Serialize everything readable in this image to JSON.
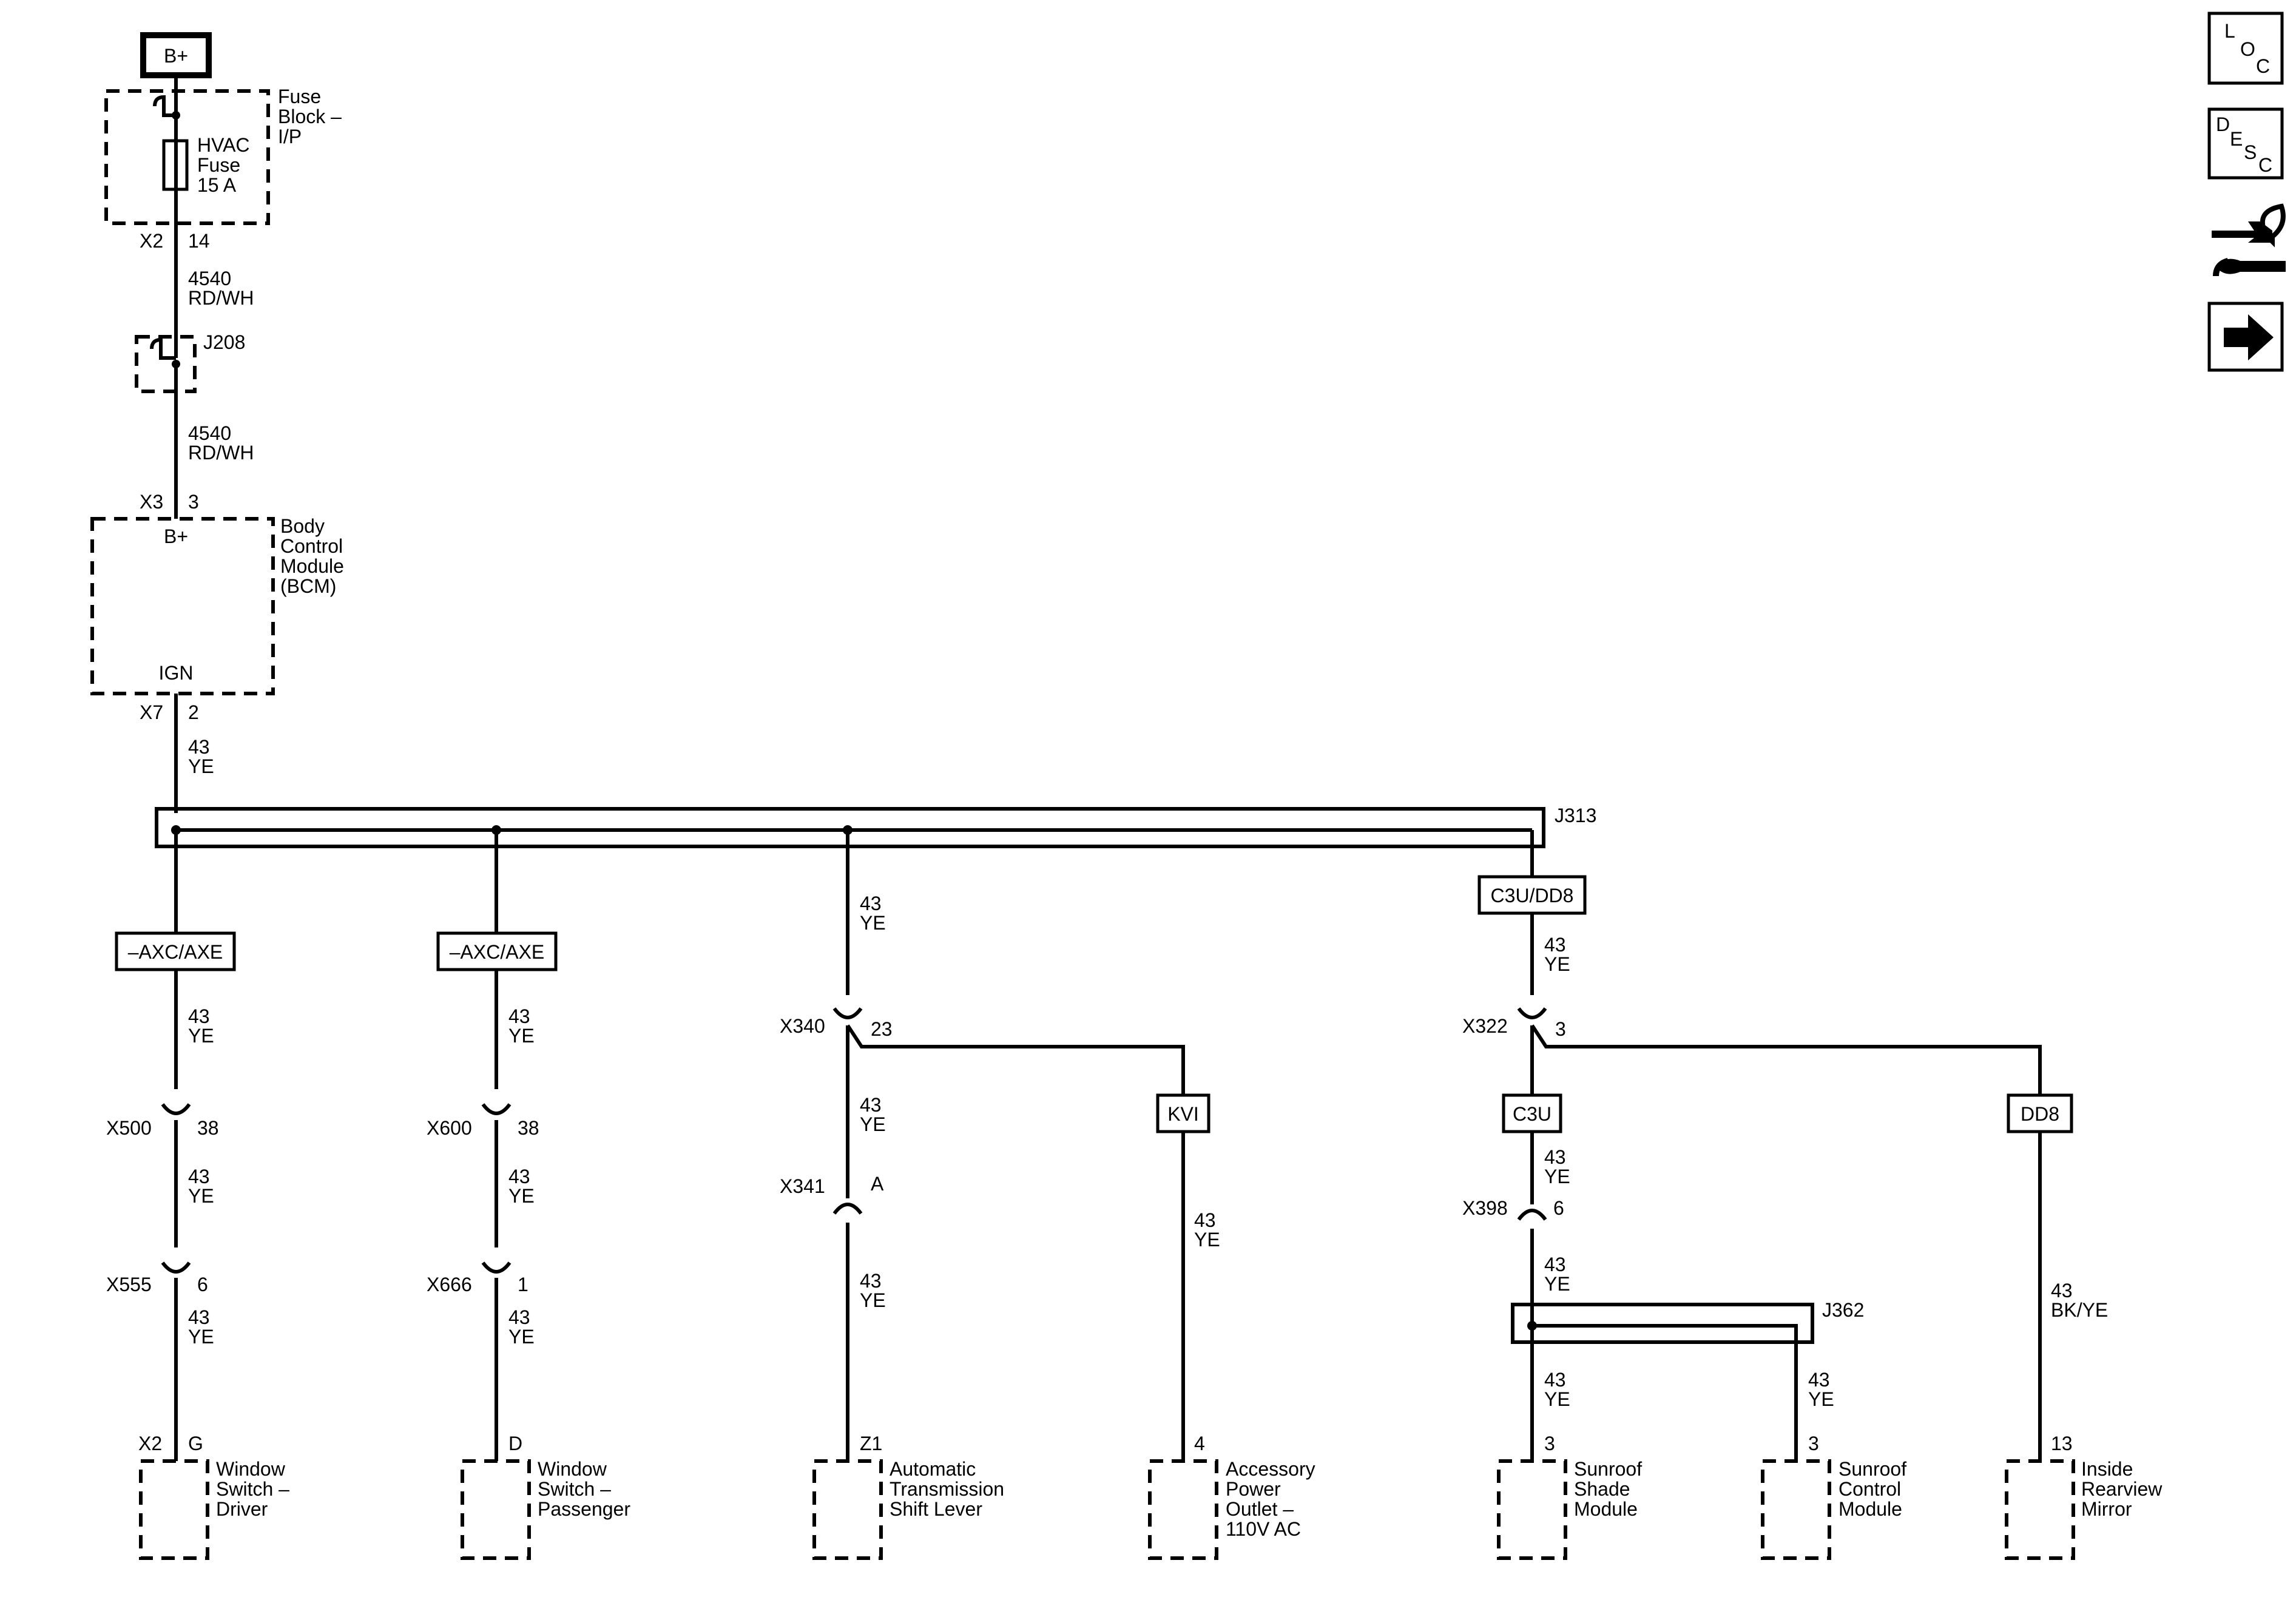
{
  "power": {
    "label": "B+"
  },
  "fuse_block": {
    "title": "Fuse\nBlock –\nI/P",
    "fuse_label": "HVAC\nFuse\n15 A"
  },
  "fuse_out": {
    "connector": "X2",
    "pin": "14"
  },
  "wire_1": {
    "circuit": "4540",
    "color": "RD/WH"
  },
  "splice_j208": {
    "label": "J208"
  },
  "wire_2": {
    "circuit": "4540",
    "color": "RD/WH"
  },
  "bcm_in": {
    "connector": "X3",
    "pin": "3"
  },
  "bcm": {
    "title": "Body\nControl\nModule\n(BCM)",
    "b_plus": "B+",
    "ign": "IGN"
  },
  "bcm_out": {
    "connector": "X7",
    "pin": "2"
  },
  "wire_3": {
    "circuit": "43",
    "color": "YE"
  },
  "splice_j313": {
    "label": "J313"
  },
  "branches": {
    "driver": {
      "option": "–AXC/AXE",
      "w1": {
        "circuit": "43",
        "color": "YE"
      },
      "c1": {
        "connector": "X500",
        "pin": "38"
      },
      "w2": {
        "circuit": "43",
        "color": "YE"
      },
      "c2": {
        "connector": "X555",
        "pin": "6"
      },
      "w3": {
        "circuit": "43",
        "color": "YE"
      },
      "terminal": {
        "connector": "X2",
        "pin": "G"
      },
      "component": "Window\nSwitch –\nDriver"
    },
    "passenger": {
      "option": "–AXC/AXE",
      "w1": {
        "circuit": "43",
        "color": "YE"
      },
      "c1": {
        "connector": "X600",
        "pin": "38"
      },
      "w2": {
        "circuit": "43",
        "color": "YE"
      },
      "c2": {
        "connector": "X666",
        "pin": "1"
      },
      "w3": {
        "circuit": "43",
        "color": "YE"
      },
      "terminal": {
        "pin": "D"
      },
      "component": "Window\nSwitch –\nPassenger"
    },
    "shift": {
      "w1": {
        "circuit": "43",
        "color": "YE"
      },
      "c1": {
        "connector": "X340",
        "pin": "23"
      },
      "w2": {
        "circuit": "43",
        "color": "YE"
      },
      "c2": {
        "connector": "X341",
        "pin": "A"
      },
      "w3": {
        "circuit": "43",
        "color": "YE"
      },
      "terminal": {
        "pin": "Z1"
      },
      "component": "Automatic\nTransmission\nShift Lever"
    },
    "outlet": {
      "option": "KVI",
      "w1": {
        "circuit": "43",
        "color": "YE"
      },
      "terminal": {
        "pin": "4"
      },
      "component": "Accessory\nPower\nOutlet –\n110V AC"
    },
    "c3u": {
      "option_main": "C3U/DD8",
      "w1": {
        "circuit": "43",
        "color": "YE"
      },
      "c1": {
        "connector": "X322",
        "pin": "3"
      },
      "option": "C3U",
      "w2": {
        "circuit": "43",
        "color": "YE"
      },
      "c2": {
        "connector": "X398",
        "pin": "6"
      },
      "w3": {
        "circuit": "43",
        "color": "YE"
      },
      "splice": "J362",
      "shade": {
        "w": {
          "circuit": "43",
          "color": "YE"
        },
        "pin": "3",
        "component": "Sunroof\nShade\nModule"
      },
      "control": {
        "w": {
          "circuit": "43",
          "color": "YE"
        },
        "pin": "3",
        "component": "Sunroof\nControl\nModule"
      }
    },
    "mirror": {
      "option": "DD8",
      "w1": {
        "circuit": "43",
        "color": "BK/YE"
      },
      "terminal": {
        "pin": "13"
      },
      "component": "Inside\nRearview\nMirror"
    }
  },
  "nav": {
    "loc": {
      "l1": "L",
      "l2": "O",
      "l3": "C"
    },
    "desc": {
      "l1": "D",
      "l2": "E",
      "l3": "S",
      "l4": "C"
    }
  }
}
